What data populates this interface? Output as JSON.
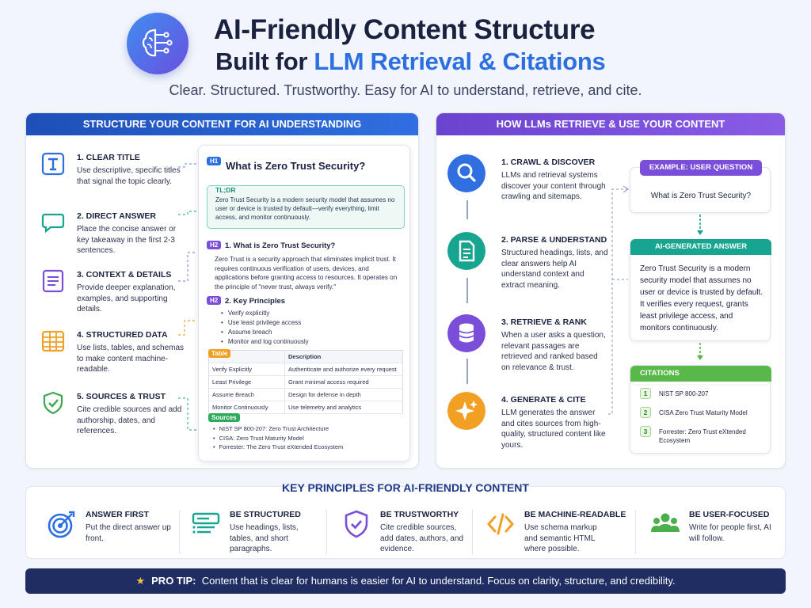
{
  "header": {
    "title_line1": "AI-Friendly Content Structure",
    "title_line2_prefix": "Built for ",
    "title_line2_highlight": "LLM Retrieval & Citations",
    "subtitle": "Clear. Structured. Trustworthy. Easy for AI to understand, retrieve, and cite."
  },
  "left_panel": {
    "title": "STRUCTURE YOUR CONTENT FOR AI UNDERSTANDING",
    "steps": [
      {
        "title": "1. CLEAR TITLE",
        "desc": "Use descriptive, specific titles that signal the topic clearly.",
        "icon": "title-icon"
      },
      {
        "title": "2. DIRECT ANSWER",
        "desc": "Place the concise answer or key takeaway in the first 2-3 sentences.",
        "icon": "chat-bubble-icon"
      },
      {
        "title": "3. CONTEXT & DETAILS",
        "desc": "Provide deeper explanation, examples, and supporting details.",
        "icon": "document-lines-icon"
      },
      {
        "title": "4. STRUCTURED DATA",
        "desc": "Use lists, tables, and schemas to make content machine-readable.",
        "icon": "table-grid-icon"
      },
      {
        "title": "5. SOURCES & TRUST",
        "desc": "Cite credible sources and add authorship, dates, and references.",
        "icon": "shield-check-icon"
      }
    ],
    "doc": {
      "h1_tag": "H1",
      "h1": "What is Zero Trust Security?",
      "tldr_tag": "TL;DR",
      "tldr": "Zero Trust Security is a modern security model that assumes no user or device is trusted by default—verify everything, limit access, and monitor continuously.",
      "h2_tag": "H2",
      "h2a": "1. What is Zero Trust Security?",
      "para": "Zero Trust is a security approach that eliminates implicit trust. It requires continuous verification of users, devices, and applications before granting access to resources. It operates on the principle of \"never trust, always verify.\"",
      "h2b": "2. Key Principles",
      "bullets": [
        "Verify explicitly",
        "Use least privilege access",
        "Assume breach",
        "Monitor and log continuously"
      ],
      "table_tag": "Table",
      "table_headers": [
        "",
        "Description"
      ],
      "table_rows": [
        [
          "Verify Explicitly",
          "Authenticate and authorize every request"
        ],
        [
          "Least Privilege",
          "Grant minimal access required"
        ],
        [
          "Assume Breach",
          "Design for defense in depth"
        ],
        [
          "Monitor Continuously",
          "Use telemetry and analytics"
        ]
      ],
      "sources_tag": "Sources",
      "sources": [
        "NIST SP 800-207: Zero Trust Architecture",
        "CISA: Zero Trust Maturity Model",
        "Forrester: The Zero Trust eXtended Ecosystem"
      ]
    }
  },
  "right_panel": {
    "title": "HOW LLMs RETRIEVE & USE YOUR CONTENT",
    "steps": [
      {
        "title": "1. CRAWL & DISCOVER",
        "desc": "LLMs and retrieval systems discover your content through crawling and sitemaps.",
        "icon": "magnifier-icon"
      },
      {
        "title": "2. PARSE & UNDERSTAND",
        "desc": "Structured headings, lists, and clear answers help AI understand context and extract meaning.",
        "icon": "document-icon"
      },
      {
        "title": "3. RETRIEVE & RANK",
        "desc": "When a user asks a question, relevant passages are retrieved and ranked based on relevance & trust.",
        "icon": "database-icon"
      },
      {
        "title": "4. GENERATE & CITE",
        "desc": "LLM generates the answer and cites sources from high-quality, structured content like yours.",
        "icon": "sparkle-icon"
      }
    ],
    "question": {
      "label": "EXAMPLE: USER QUESTION",
      "text": "What is Zero Trust Security?"
    },
    "answer": {
      "label": "AI-GENERATED ANSWER",
      "text": "Zero Trust Security is a modern security model that assumes no user or device is trusted by default. It verifies every request, grants least privilege access, and monitors continuously."
    },
    "citations": {
      "label": "CITATIONS",
      "items": [
        {
          "num": "1",
          "text": "NIST SP 800-207"
        },
        {
          "num": "2",
          "text": "CISA Zero Trust Maturity Model"
        },
        {
          "num": "3",
          "text": "Forrester: Zero Trust eXtended Ecosystem"
        }
      ]
    }
  },
  "principles": {
    "title": "KEY PRINCIPLES FOR AI-FRIENDLY CONTENT",
    "items": [
      {
        "title": "ANSWER FIRST",
        "desc": "Put the direct answer up front.",
        "icon": "target-icon"
      },
      {
        "title": "BE STRUCTURED",
        "desc": "Use headings, lists, tables, and short paragraphs.",
        "icon": "structure-icon"
      },
      {
        "title": "BE TRUSTWORTHY",
        "desc": "Cite credible sources, add dates, authors, and evidence.",
        "icon": "shield-check-icon"
      },
      {
        "title": "BE MACHINE-READABLE",
        "desc": "Use schema markup and semantic HTML where possible.",
        "icon": "code-brackets-icon"
      },
      {
        "title": "BE USER-FOCUSED",
        "desc": "Write for people first, AI will follow.",
        "icon": "people-icon"
      }
    ]
  },
  "pro_tip": {
    "label": "PRO TIP:",
    "text": "Content that is clear for humans is easier for AI to understand. Focus on clarity, structure, and credibility."
  },
  "colors": {
    "navy": "#1b2240",
    "blue": "#2c6fe0",
    "purple": "#7a4ed8",
    "teal": "#17a590",
    "green": "#58b84a",
    "orange": "#f2a024"
  }
}
